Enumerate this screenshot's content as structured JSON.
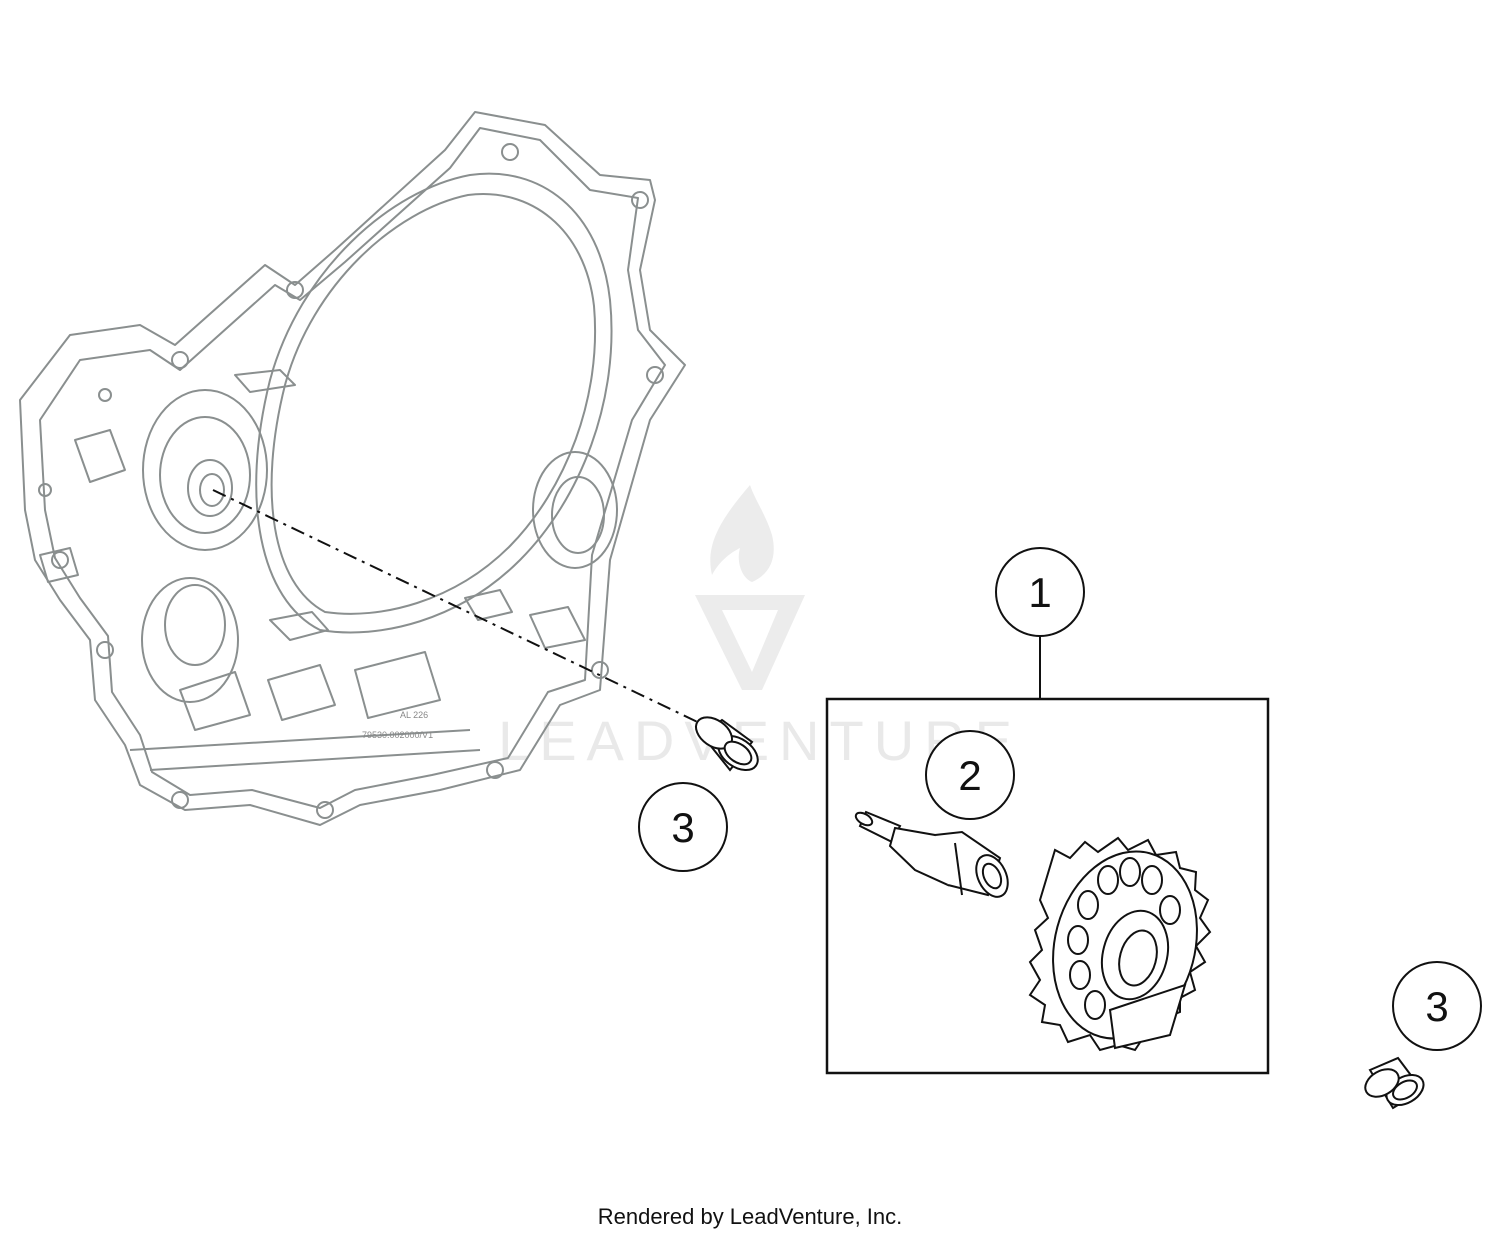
{
  "callouts": [
    {
      "id": "1",
      "label": "1"
    },
    {
      "id": "2",
      "label": "2"
    },
    {
      "id": "3a",
      "label": "3"
    },
    {
      "id": "3b",
      "label": "3"
    }
  ],
  "cover_marking": {
    "line1": "AL 226",
    "line2": "79530.002000/V1"
  },
  "watermark": {
    "text": "LEADVENTURE",
    "color": "#e6e6e6"
  },
  "footer": {
    "text": "Rendered by LeadVenture, Inc."
  },
  "colors": {
    "line": "#111111",
    "cover": "#8a8f8f",
    "gear": "#111111"
  }
}
